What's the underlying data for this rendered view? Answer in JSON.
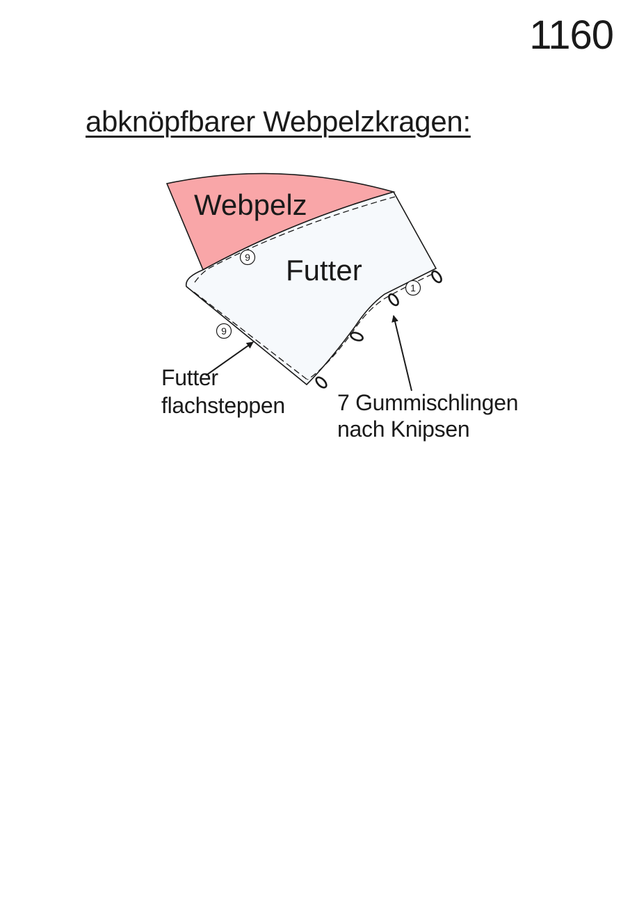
{
  "page_number": "1160",
  "title": "abknöpfbarer Webpelzkragen:",
  "diagram": {
    "fur_label": "Webpelz",
    "lining_label": "Futter",
    "stitch_marker_top": "9",
    "stitch_marker_side": "9",
    "loop_marker": "1",
    "callout_left": {
      "line1": "Futter",
      "line2": "flachsteppen"
    },
    "callout_right": {
      "line1": "7 Gummischlingen",
      "line2": "nach Knipsen"
    },
    "colors": {
      "fur_fill": "#f9a6a8",
      "lining_fill": "#f6f9fc",
      "outline": "#1a1a1a"
    }
  }
}
